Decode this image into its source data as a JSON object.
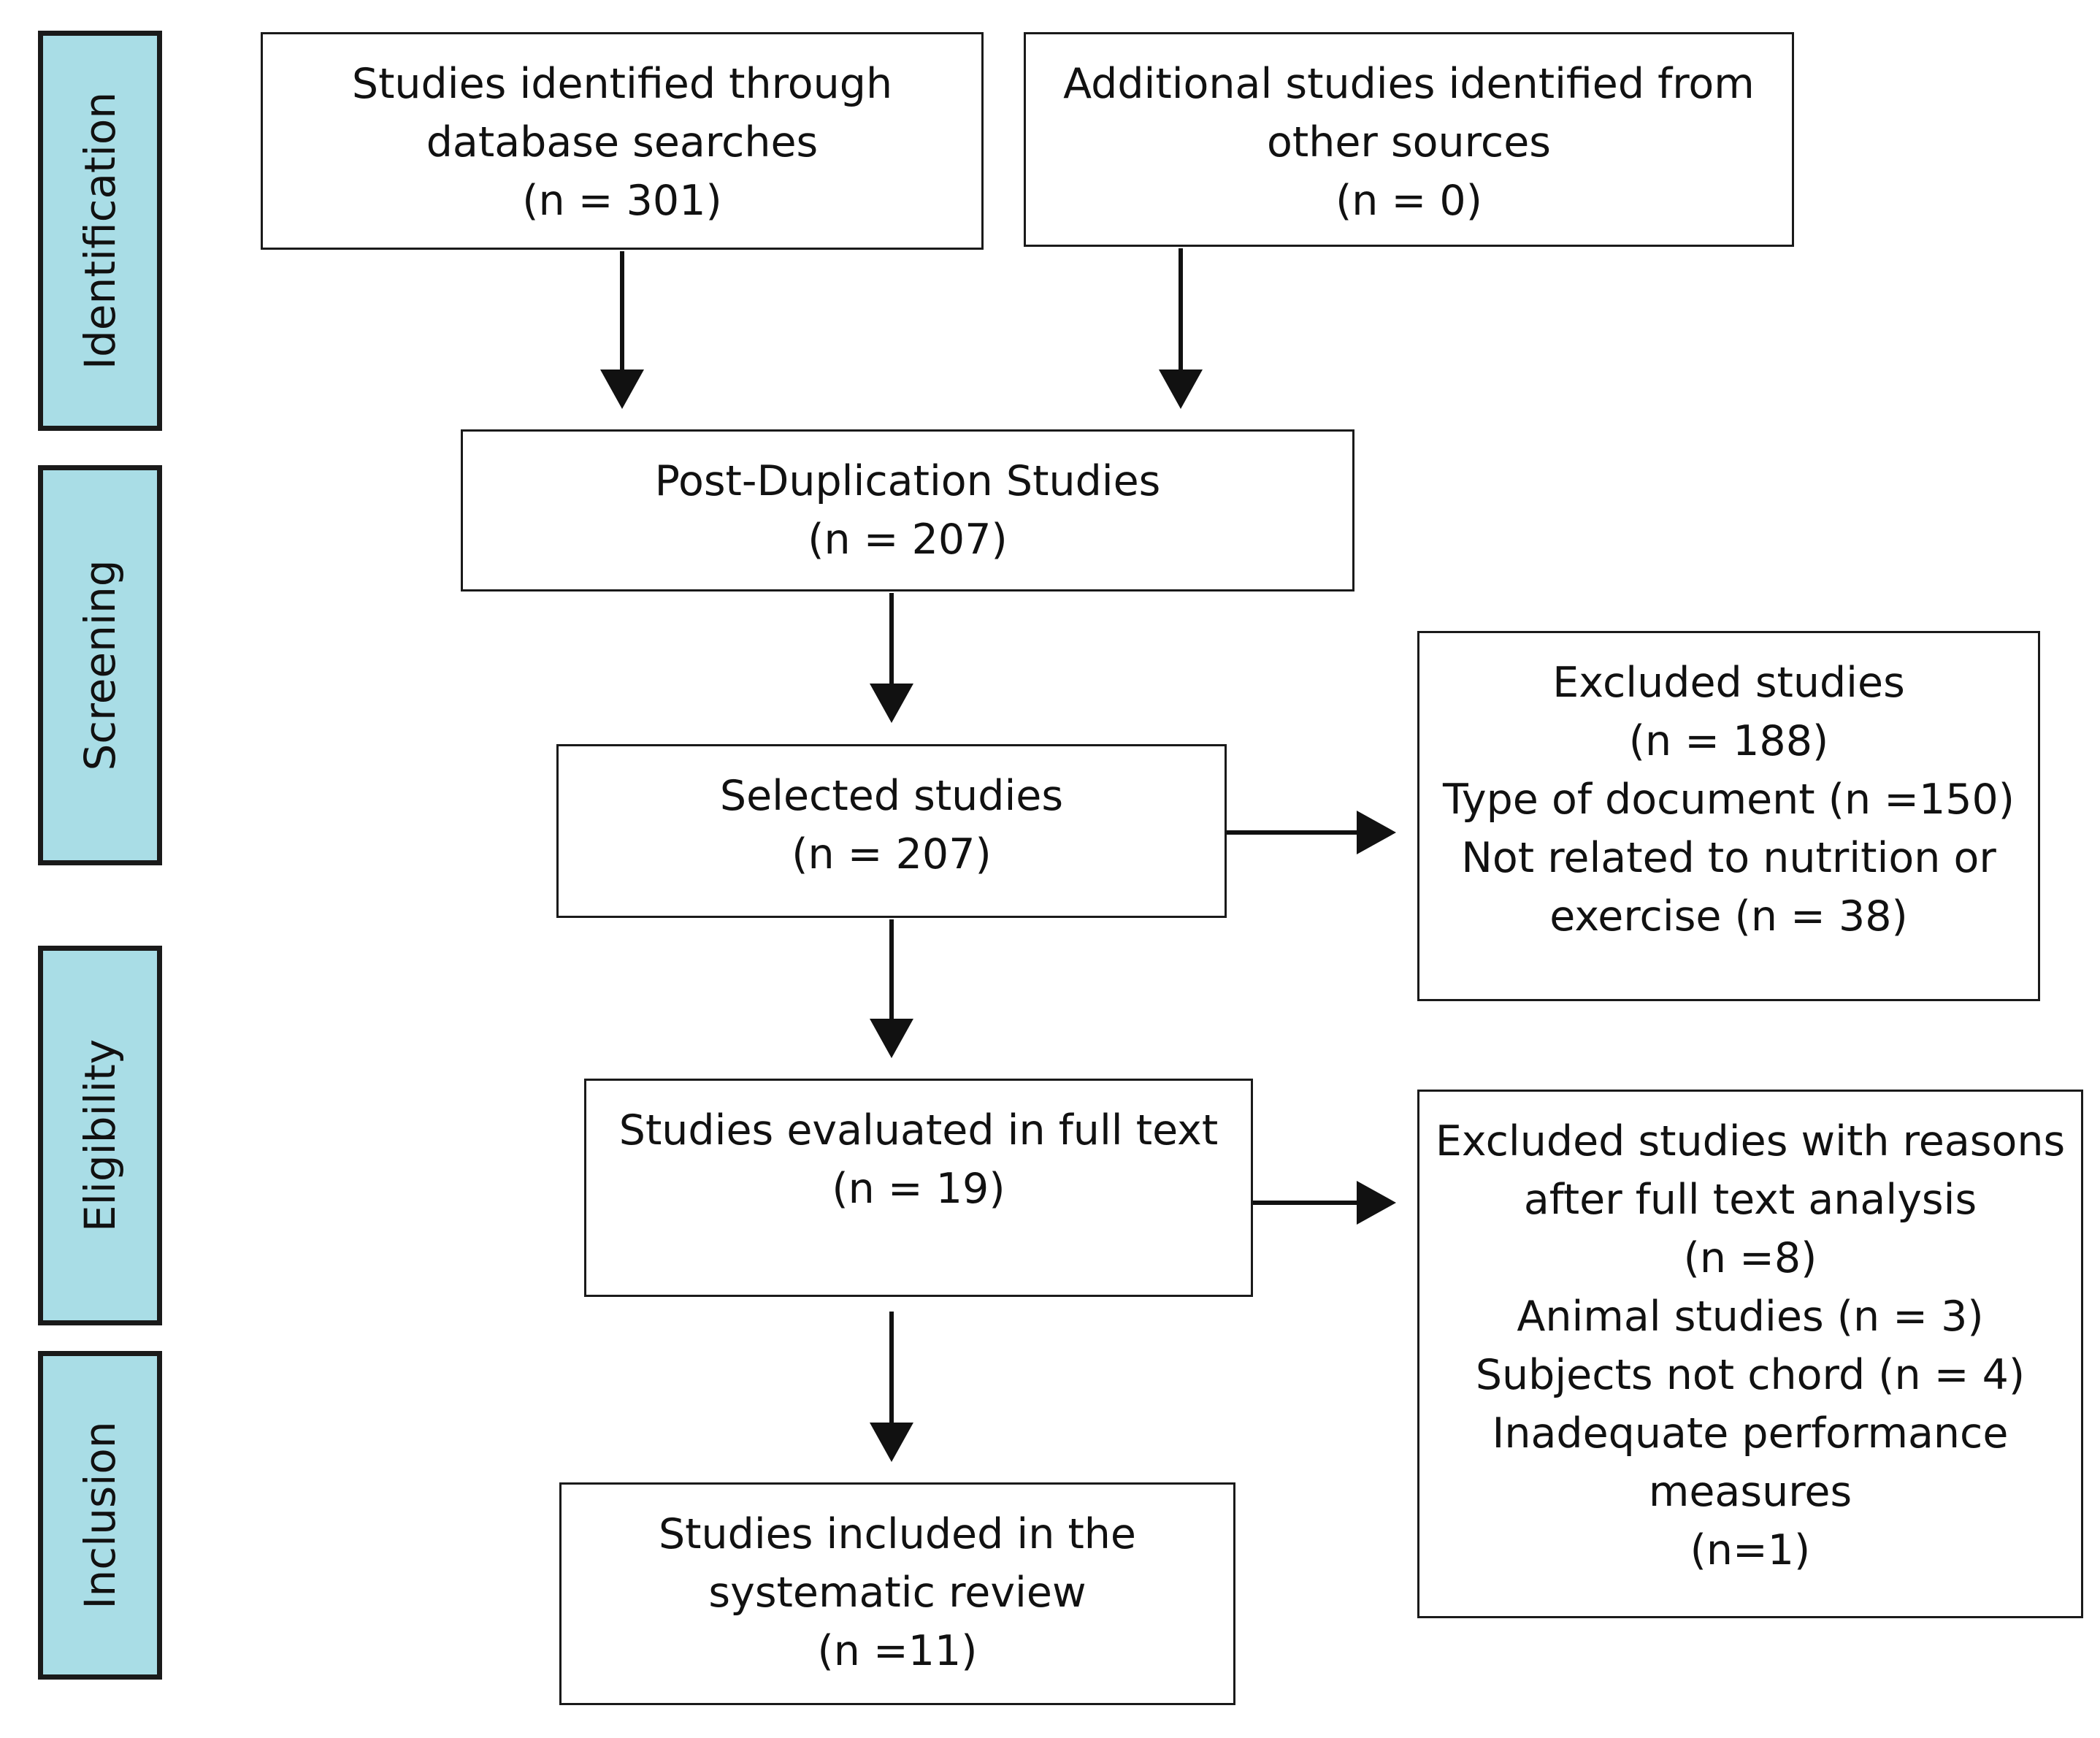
{
  "phases": {
    "identification": "Identification",
    "screening": "Screening",
    "eligibility": "Eligibility",
    "inclusion": "Inclusion"
  },
  "boxes": {
    "database_searches": {
      "lines": [
        "Studies identified through",
        "database searches",
        "(n = 301)"
      ]
    },
    "other_sources": {
      "lines": [
        "Additional studies identified from",
        "other sources",
        "(n = 0)"
      ]
    },
    "post_duplication": {
      "lines": [
        "Post-Duplication Studies",
        "(n = 207)"
      ]
    },
    "selected": {
      "lines": [
        "Selected studies",
        "(n = 207)"
      ]
    },
    "excluded": {
      "lines": [
        "Excluded studies",
        "(n = 188)",
        "Type of document (n =150)",
        "Not related to nutrition or",
        "exercise (n = 38)"
      ]
    },
    "full_text": {
      "lines": [
        "Studies evaluated in full text",
        "(n = 19)"
      ]
    },
    "excluded_full_text": {
      "lines": [
        "Excluded studies with reasons",
        "after full text analysis",
        "(n =8)",
        "Animal studies (n = 3)",
        "Subjects not chord (n = 4)",
        "Inadequate performance",
        "measures",
        "(n=1)"
      ]
    },
    "included": {
      "lines": [
        "Studies included in the",
        "systematic review",
        "(n =11)"
      ]
    }
  }
}
